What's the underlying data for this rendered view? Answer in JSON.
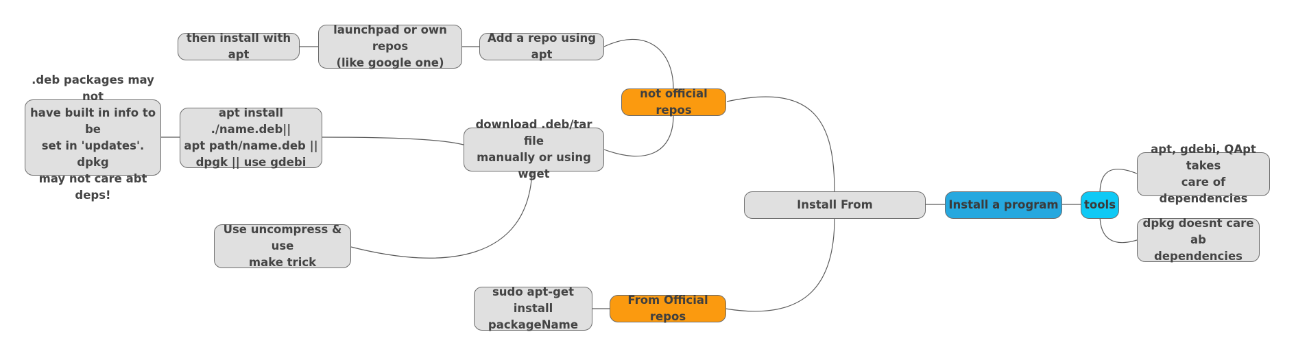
{
  "mindmap": {
    "root": {
      "label": "Install a program",
      "color": "#26a8df"
    },
    "nodes": {
      "install_from": {
        "label": "Install From",
        "color": "#e0e0e0"
      },
      "not_official": {
        "label": "not official repos",
        "color": "#fb9a0f"
      },
      "from_official": {
        "label": "From Official repos",
        "color": "#fb9a0f"
      },
      "add_repo": {
        "label": "Add a repo using apt"
      },
      "launchpad": {
        "label": "launchpad or own repos\n(like google one)"
      },
      "then_install": {
        "label": "then install with apt"
      },
      "download_deb": {
        "label": "download .deb/tar file\nmanually or using wget"
      },
      "apt_install_deb": {
        "label": "apt install ./name.deb||\napt path/name.deb ||\ndpgk || use gdebi"
      },
      "deb_note": {
        "label": ".deb packages may not\nhave built in info to be\nset in 'updates'. dpkg\nmay not care abt deps!"
      },
      "uncompress": {
        "label": "Use uncompress &  use\nmake trick"
      },
      "sudo_apt": {
        "label": "sudo apt-get install\npackageName"
      },
      "tools": {
        "label": "tools",
        "color": "#0fc9f5"
      },
      "apt_gdebi": {
        "label": "apt, gdebi, QApt takes\ncare of dependencies"
      },
      "dpkg_note": {
        "label": "dpkg doesnt care ab\ndependencies"
      }
    }
  }
}
